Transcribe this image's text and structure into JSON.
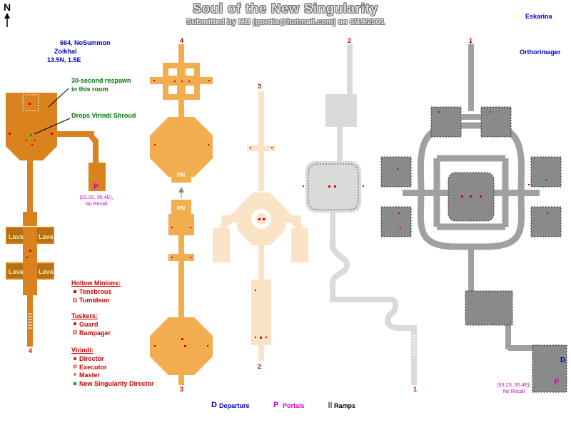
{
  "title": "Soul of the New Singularity",
  "subtitle": "Submitted by MB (gordia@hotmail.com) on 6/19/2001",
  "compass": {
    "north_label": "N",
    "icon": "north-arrow-icon"
  },
  "location": {
    "server": "664, NoSummon",
    "area": "Zoikhal",
    "coords": "13.5N, 1.5E"
  },
  "worlds": [
    "Eskarina",
    "Orthorimager"
  ],
  "annotations": {
    "respawn": [
      "30-second respawn",
      "in this room"
    ],
    "drops": "Drops Virindi Shroud",
    "portal_left": [
      "(93.2S, 95.4E),",
      "No Recall"
    ],
    "portal_right": [
      "(93.2S, 95.4E),",
      "No Recall"
    ],
    "lava": "Lava",
    "pn": "PN"
  },
  "legend": {
    "hollow_minions": {
      "title": "Hollow Minions:",
      "items": [
        "Tenebrous",
        "Tumideon"
      ]
    },
    "tuskers": {
      "title": "Tuskers:",
      "items": [
        "Guard",
        "Rampager"
      ]
    },
    "virindi": {
      "title": "Virindi:",
      "items": [
        "Director",
        "Executor",
        "Master",
        "New Singularity Director"
      ]
    },
    "bottom": {
      "departure": "Departure",
      "portals": "Portals",
      "ramps": "Ramps",
      "d": "D",
      "p": "P"
    }
  },
  "level_numbers": {
    "l4": "4",
    "l3": "3",
    "l2": "2",
    "l1": "1"
  },
  "colors": {
    "dark_orange": "#d9821e",
    "orange": "#f2ad4e",
    "light_orange": "#fbe3c7",
    "light_gray": "#dadada",
    "gray": "#a0a0a0",
    "dark_gray": "#8a8a8a",
    "marker_red": "#dd0000",
    "marker_green": "#00aa00"
  }
}
